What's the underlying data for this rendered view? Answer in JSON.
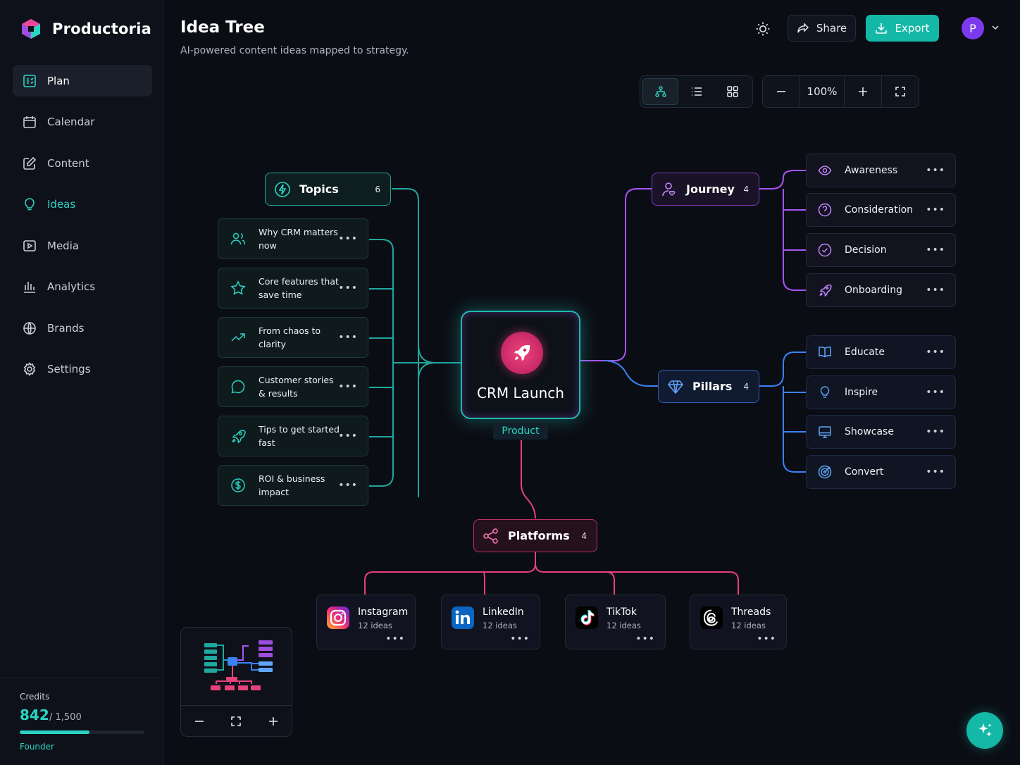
{
  "app": {
    "name": "Productoria"
  },
  "nav": [
    {
      "label": "Plan",
      "icon": "plan-icon"
    },
    {
      "label": "Calendar",
      "icon": "calendar-icon"
    },
    {
      "label": "Content",
      "icon": "edit-icon"
    },
    {
      "label": "Ideas",
      "icon": "lightbulb-icon"
    },
    {
      "label": "Media",
      "icon": "play-icon"
    },
    {
      "label": "Analytics",
      "icon": "bar-chart-icon"
    },
    {
      "label": "Brands",
      "icon": "globe-icon"
    },
    {
      "label": "Settings",
      "icon": "gear-icon"
    }
  ],
  "credits": {
    "label": "Credits",
    "used": "842",
    "total": "/ 1,500",
    "fraction": 0.561,
    "plan": "Founder"
  },
  "header": {
    "title": "Idea Tree",
    "subtitle": "AI-powered content ideas mapped to strategy.",
    "share_label": "Share",
    "export_label": "Export",
    "avatar_initial": "P"
  },
  "toolbar": {
    "zoom": "100%",
    "active_view": "tree"
  },
  "center": {
    "title": "CRM Launch",
    "tag": "Product"
  },
  "groups": {
    "topics": {
      "label": "Topics",
      "count": "6"
    },
    "journey": {
      "label": "Journey",
      "count": "4"
    },
    "pillars": {
      "label": "Pillars",
      "count": "4"
    },
    "platforms": {
      "label": "Platforms",
      "count": "4"
    }
  },
  "topics": [
    {
      "label": "Why CRM matters now",
      "icon": "users-icon"
    },
    {
      "label": "Core features that save time",
      "icon": "star-icon"
    },
    {
      "label": "From chaos to clarity",
      "icon": "trending-up-icon"
    },
    {
      "label": "Customer stories & results",
      "icon": "chat-icon"
    },
    {
      "label": "Tips to get started fast",
      "icon": "rocket-icon"
    },
    {
      "label": "ROI & business impact",
      "icon": "dollar-icon"
    }
  ],
  "journey": [
    {
      "label": "Awareness",
      "icon": "eye-icon"
    },
    {
      "label": "Consideration",
      "icon": "question-icon"
    },
    {
      "label": "Decision",
      "icon": "check-circle-icon"
    },
    {
      "label": "Onboarding",
      "icon": "rocket-icon"
    }
  ],
  "pillars": [
    {
      "label": "Educate",
      "icon": "book-icon"
    },
    {
      "label": "Inspire",
      "icon": "lightbulb-icon"
    },
    {
      "label": "Showcase",
      "icon": "monitor-icon"
    },
    {
      "label": "Convert",
      "icon": "target-icon"
    }
  ],
  "platforms": [
    {
      "name": "Instagram",
      "count": "12 ideas",
      "icon": "instagram-icon"
    },
    {
      "name": "LinkedIn",
      "count": "12 ideas",
      "icon": "linkedin-icon"
    },
    {
      "name": "TikTok",
      "count": "12 ideas",
      "icon": "tiktok-icon"
    },
    {
      "name": "Threads",
      "count": "12 ideas",
      "icon": "threads-icon"
    }
  ],
  "colors": {
    "accent": "#14b8a6",
    "topics": "#1fb8ad",
    "journey": "#a855f7",
    "pillars": "#3b82f6",
    "platforms": "#e5417a"
  }
}
